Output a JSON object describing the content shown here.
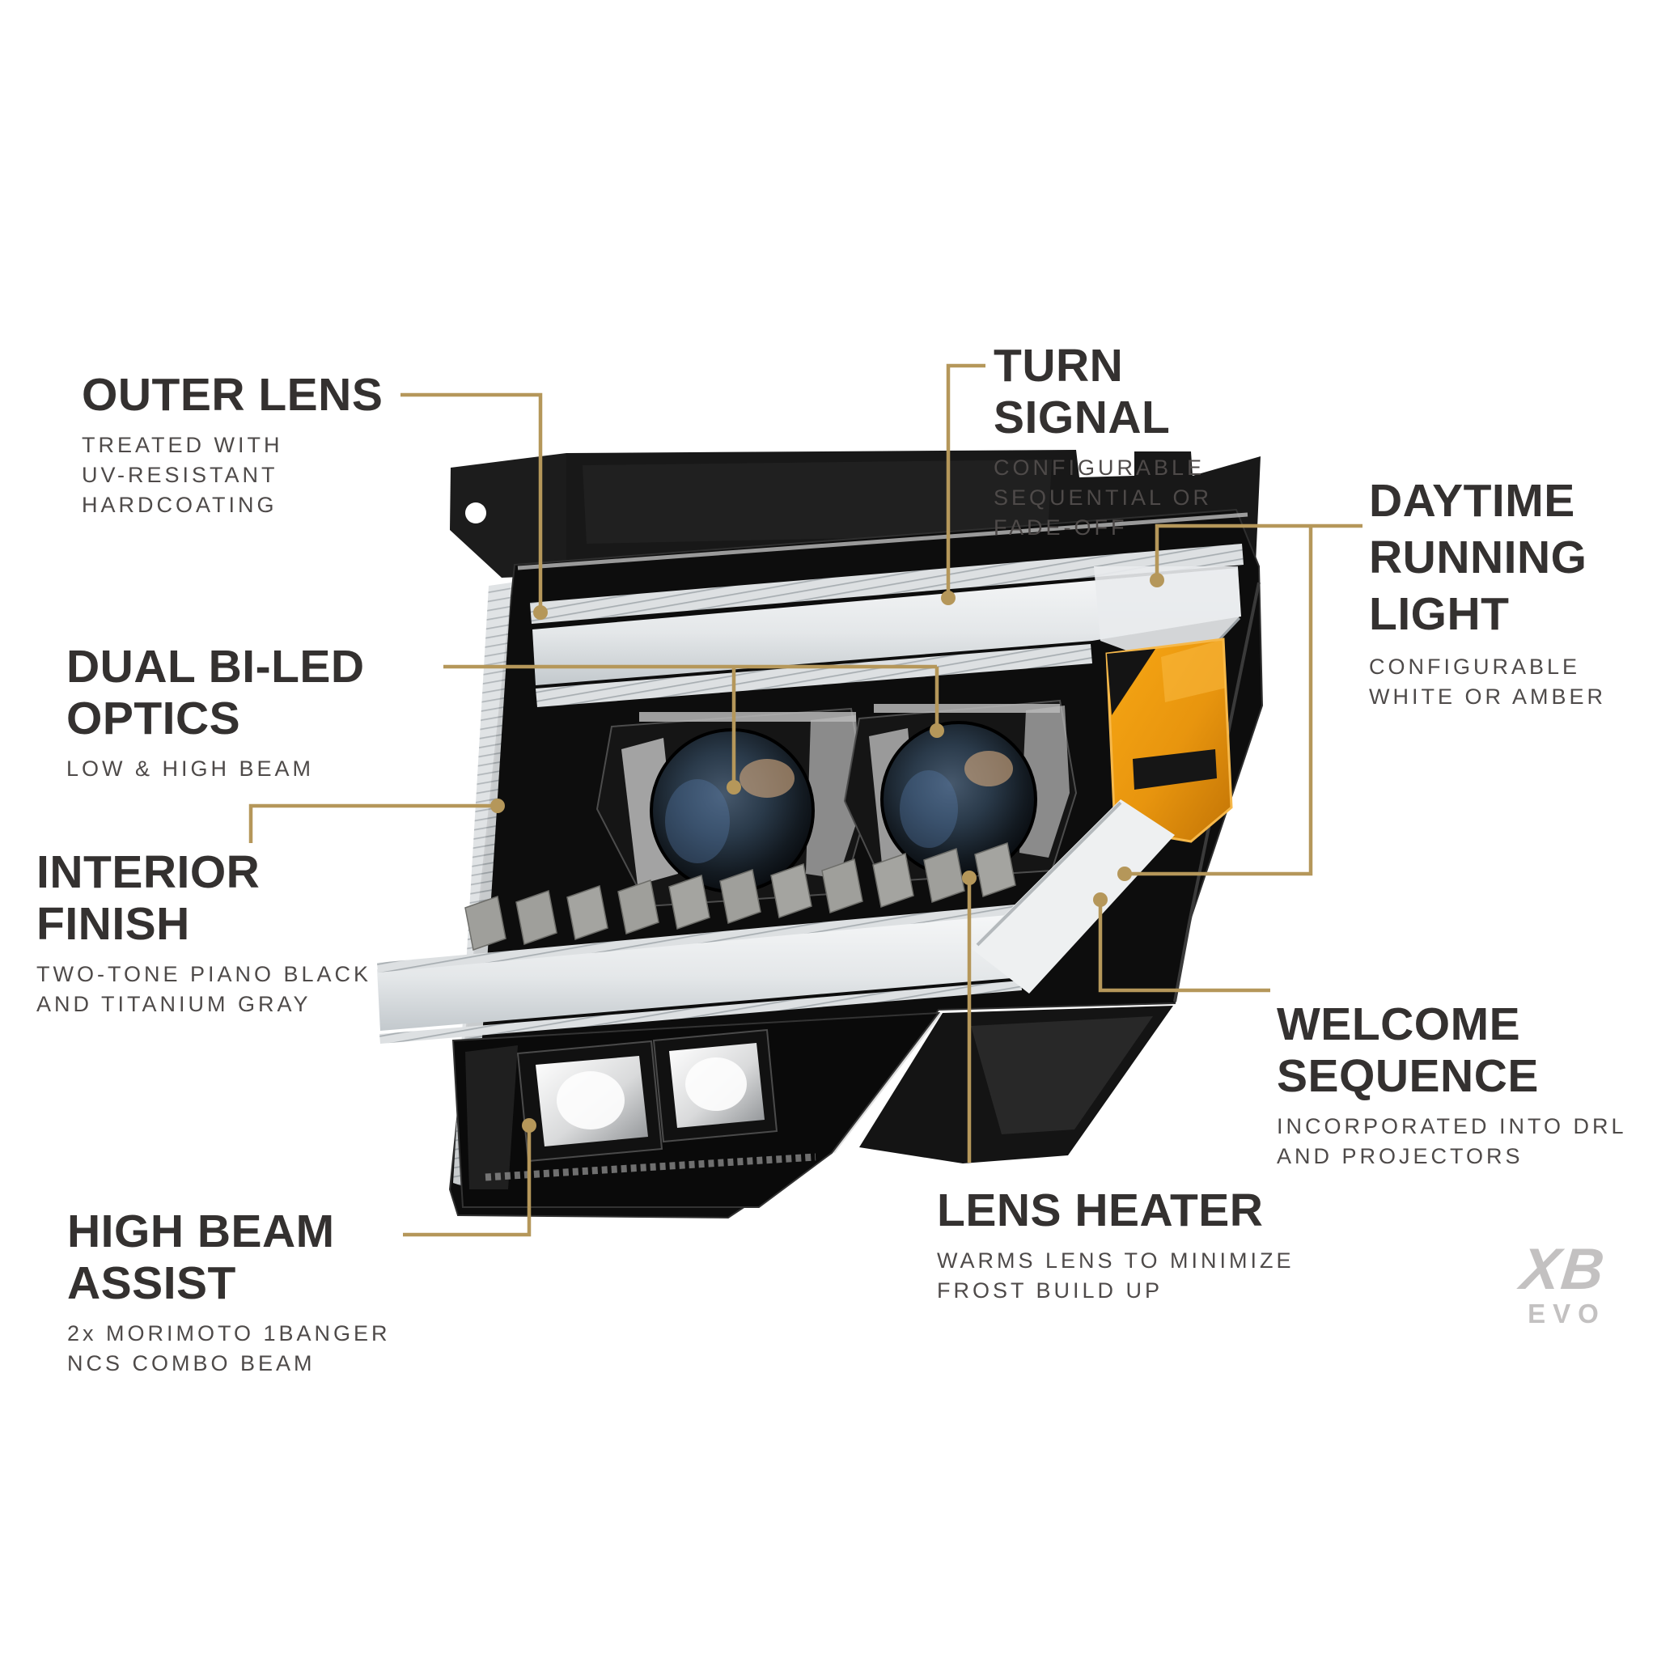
{
  "page": {
    "background": "#ffffff"
  },
  "palette": {
    "leader_gold": "#b5975a",
    "heading_color": "#343130",
    "subtext_color": "#4e4a49",
    "logo_gray": "#c3c1c1",
    "amber_reflector": "#e8950e",
    "housing_black": "#0d0d0d",
    "drl_white": "#eef0f1",
    "fin_gray": "#9f9f9b"
  },
  "callouts": [
    {
      "id": "outer-lens",
      "title": [
        "OUTER LENS"
      ],
      "subtitle": [
        "TREATED WITH",
        "UV-RESISTANT",
        "HARDCOATING"
      ]
    },
    {
      "id": "turn-signal",
      "title": [
        "TURN",
        "SIGNAL"
      ],
      "subtitle": [
        "CONFIGURABLE",
        "SEQUENTIAL OR",
        "FADE-OFF"
      ]
    },
    {
      "id": "daytime-running-light",
      "title": [
        "DAYTIME",
        "RUNNING",
        "LIGHT"
      ],
      "subtitle": [
        "CONFIGURABLE",
        "WHITE OR AMBER"
      ]
    },
    {
      "id": "dual-bi-led-optics",
      "title": [
        "DUAL BI-LED",
        "OPTICS"
      ],
      "subtitle": [
        "LOW & HIGH BEAM"
      ]
    },
    {
      "id": "interior-finish",
      "title": [
        "INTERIOR",
        "FINISH"
      ],
      "subtitle": [
        "TWO-TONE PIANO BLACK",
        "AND TITANIUM GRAY"
      ]
    },
    {
      "id": "welcome-sequence",
      "title": [
        "WELCOME",
        "SEQUENCE"
      ],
      "subtitle": [
        "INCORPORATED INTO DRL",
        "AND PROJECTORS"
      ]
    },
    {
      "id": "lens-heater",
      "title": [
        "LENS HEATER"
      ],
      "subtitle": [
        "WARMS LENS TO MINIMIZE",
        "FROST BUILD UP"
      ]
    },
    {
      "id": "high-beam-assist",
      "title": [
        "HIGH BEAM",
        "ASSIST"
      ],
      "subtitle": [
        "2x MORIMOTO 1BANGER",
        "NCS COMBO BEAM"
      ]
    }
  ],
  "logo": {
    "line1": "XB",
    "line2": "EVO"
  },
  "subject": {
    "description": "Morimoto XB Evo LED headlight annotated feature diagram"
  }
}
